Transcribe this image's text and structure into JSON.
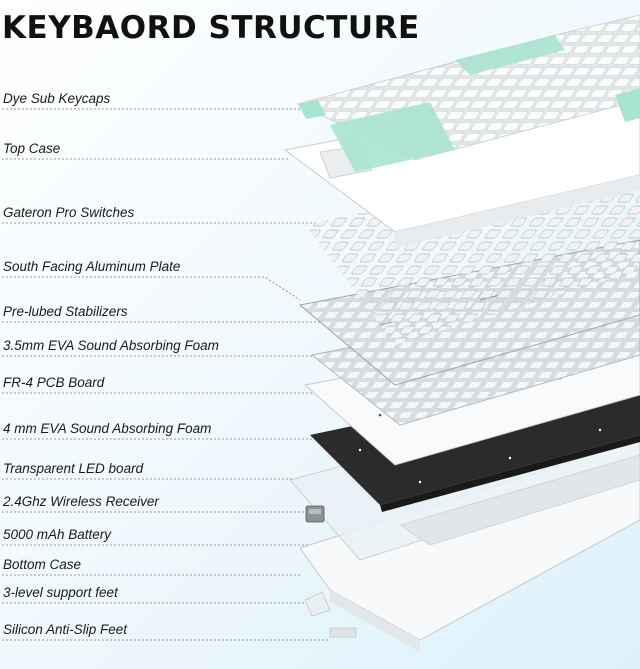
{
  "title": "KEYBAORD STRUCTURE",
  "layers": [
    "Dye Sub Keycaps",
    "Top Case",
    "Gateron Pro Switches",
    "South Facing Aluminum Plate",
    "Pre-lubed Stabilizers",
    "3.5mm EVA Sound Absorbing Foam",
    "FR-4 PCB Board",
    "4 mm EVA  Sound Absorbing Foam",
    "Transparent LED board",
    "2.4Ghz Wireless Receiver",
    "5000 mAh Battery",
    "Bottom Case",
    "3-level support feet",
    "Silicon Anti-Slip Feet"
  ],
  "colors": {
    "keycap_white": "#f6f7f8",
    "keycap_mint": "#a8e3cf",
    "case_white": "#ffffff",
    "plate_gray": "#d9dcdf",
    "foam_dark": "#2b2b2b",
    "leader_line": "#7a7a7a"
  }
}
